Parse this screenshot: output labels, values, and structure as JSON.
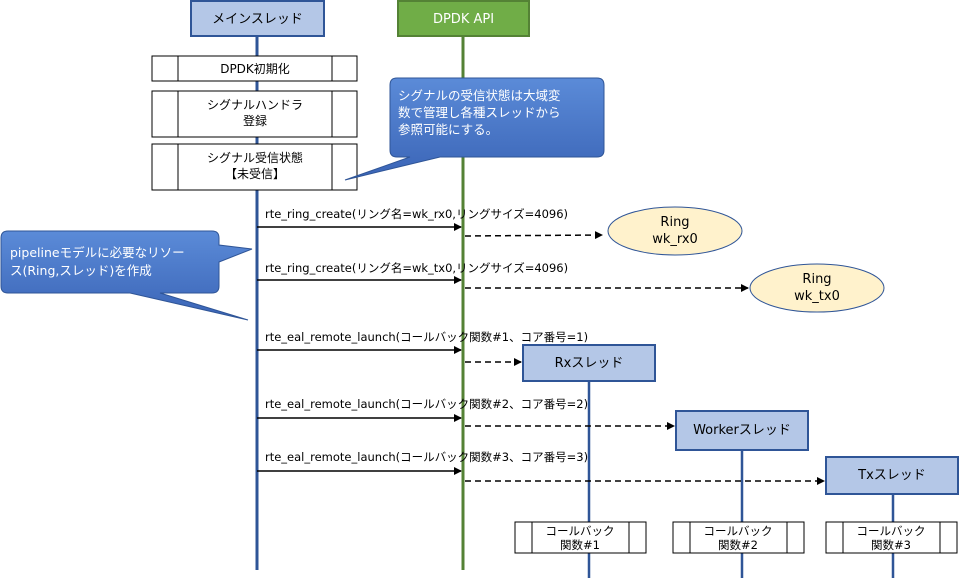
{
  "lifelines": {
    "main": "メインスレッド",
    "api": "DPDK API"
  },
  "main_steps": {
    "init": "DPDK初期化",
    "signal_handler": [
      "シグナルハンドラ",
      "登録"
    ],
    "signal_state": [
      "シグナル受信状態",
      "【未受信】"
    ]
  },
  "callouts": {
    "global": [
      "シグナルの受信状態は大域変",
      "数で管理し各種スレッドから",
      "参照可能にする。"
    ],
    "pipeline": [
      "pipelineモデルに必要なリソー",
      "ス(Ring,スレッド)を作成"
    ]
  },
  "calls": [
    "rte_ring_create(リング名=wk_rx0,リングサイズ=4096)",
    "rte_ring_create(リング名=wk_tx0,リングサイズ=4096)",
    "rte_eal_remote_launch(コールバック関数#1、コア番号=1)",
    "rte_eal_remote_launch(コールバック関数#2、コア番号=2)",
    "rte_eal_remote_launch(コールバック関数#3、コア番号=3)"
  ],
  "rings": [
    [
      "Ring",
      "wk_rx0"
    ],
    [
      "Ring",
      "wk_tx0"
    ]
  ],
  "threads": [
    "Rxスレッド",
    "Workerスレッド",
    "Txスレッド"
  ],
  "callbacks": [
    [
      "コールバック",
      "関数#1"
    ],
    [
      "コールバック",
      "関数#2"
    ],
    [
      "コールバック",
      "関数#3"
    ]
  ],
  "colors": {
    "main_header_fill": "#b4c7e7",
    "main_line": "#2f5597",
    "api_header_fill": "#70ad47",
    "api_line": "#548235",
    "ring_fill": "#fff2cc",
    "thread_fill": "#b4c7e7",
    "callout_fill": "#4472c4"
  }
}
